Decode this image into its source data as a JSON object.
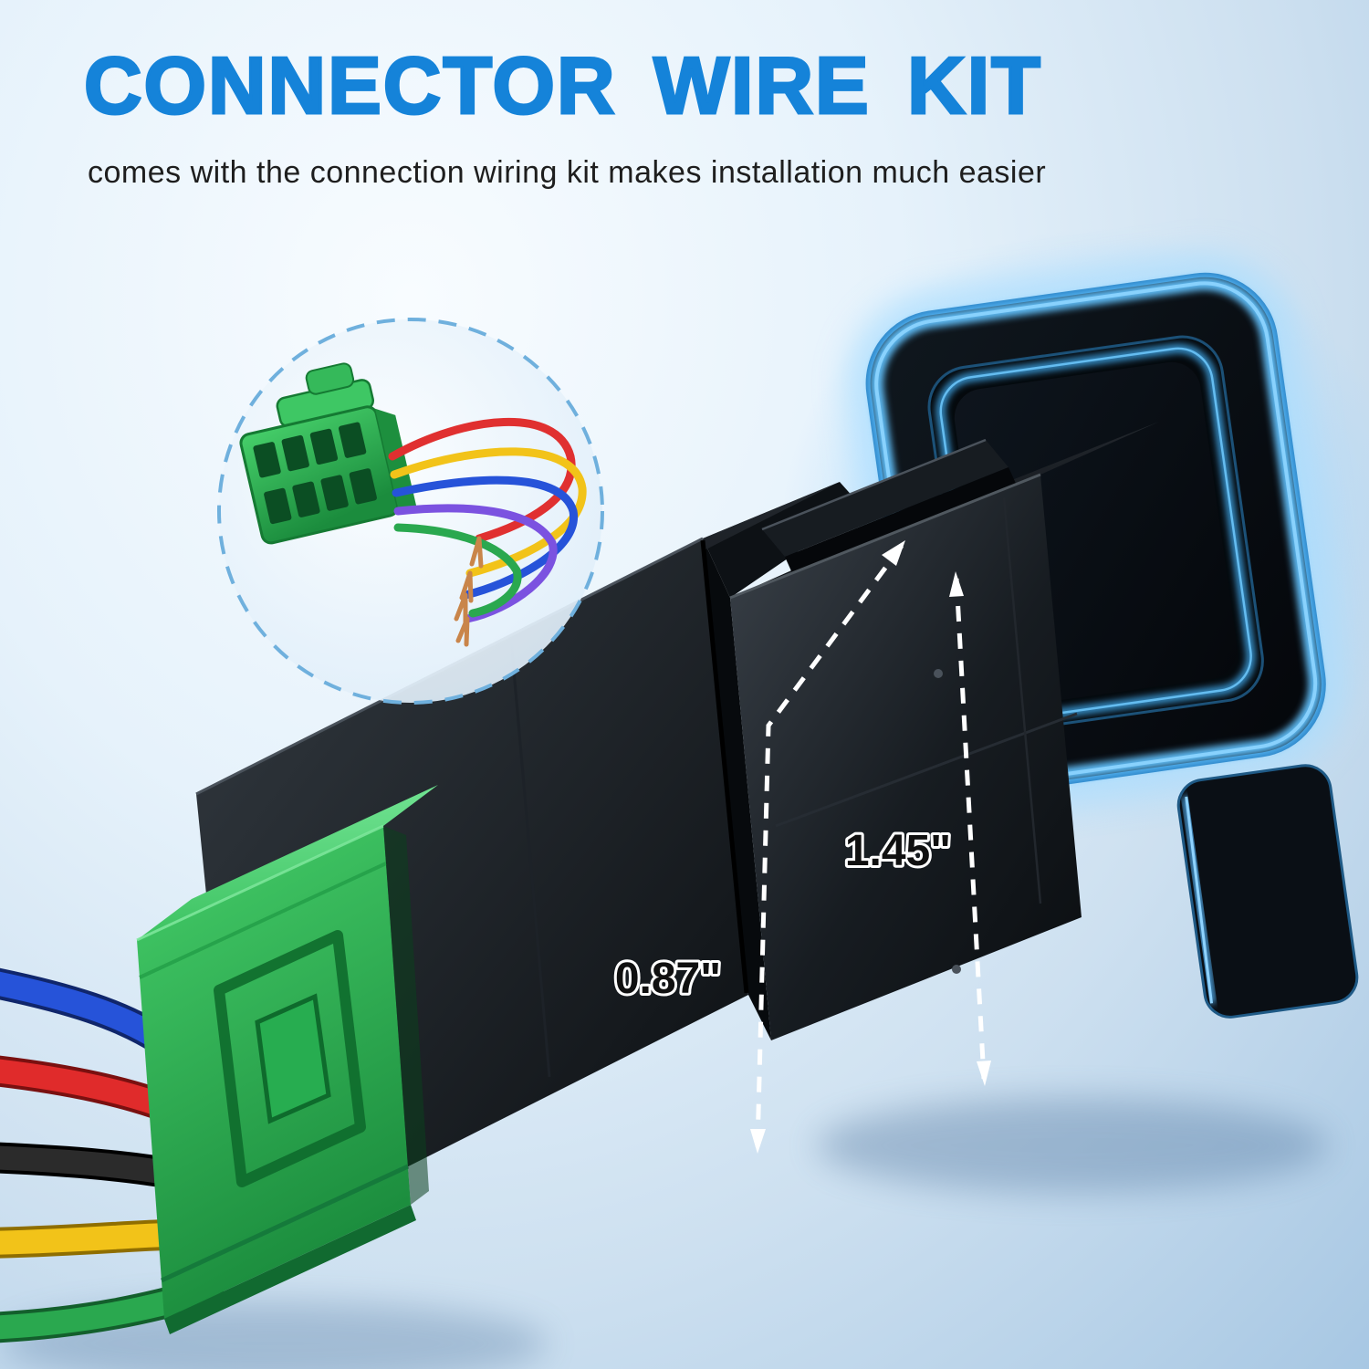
{
  "header": {
    "title": "CONNECTOR WIRE KIT",
    "subtitle": "comes with the connection wiring kit makes installation much easier"
  },
  "annotations": {
    "depth": "0.87\"",
    "height": "1.45\""
  },
  "colors": {
    "title_blue": "#1583d9",
    "subtitle_gray": "#1e1e1e",
    "background_light": "#f8fcff",
    "background_dark": "#a7c7e3",
    "connector_green": "#2fb457",
    "led_glow_blue": "#62c3ff",
    "switch_body_black": "#101418",
    "dimension_line": "#ffffff",
    "wire_colors": [
      "#2653d9",
      "#e02b2b",
      "#2b2b2b",
      "#f2c319",
      "#2aa84f",
      "#7b52e0"
    ]
  }
}
